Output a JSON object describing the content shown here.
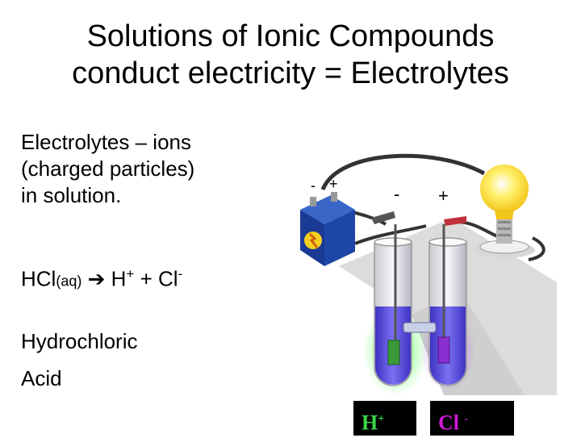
{
  "slide": {
    "title_line1": "Solutions of Ionic Compounds",
    "title_line2": "conduct electricity = Electrolytes",
    "definition_lines": [
      "Electrolytes – ions",
      "(charged particles)",
      "in solution."
    ],
    "equation": {
      "reactant": "HCl",
      "reactant_state": "(aq)",
      "arrow": "➔",
      "product1": "H",
      "product1_charge": "+",
      "plus": "+",
      "product2": "Cl",
      "product2_charge": "-"
    },
    "acid_name_lines": [
      "Hydrochloric",
      "Acid"
    ]
  },
  "diagram": {
    "battery_minus": "-",
    "battery_plus": "+",
    "tube_minus": "-",
    "tube_plus": "+",
    "ion_left": "H",
    "ion_left_charge": "+",
    "ion_right": "Cl",
    "ion_right_charge": "-",
    "colors": {
      "solution": "#5b4fe0",
      "electrode_left": "#3a9a3a",
      "electrode_right": "#8a2fd0",
      "ion_left_text": "#3bd84a",
      "ion_right_text": "#d21ad8",
      "battery": "#1e46a8",
      "bulb": "#ffe84a"
    }
  }
}
